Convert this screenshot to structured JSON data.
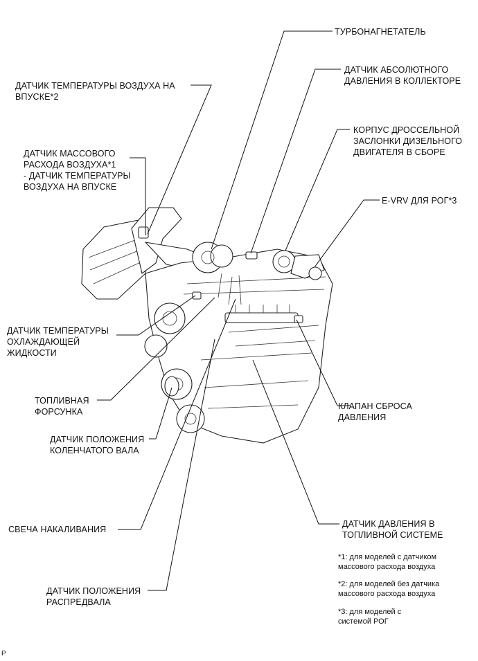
{
  "labels": {
    "turbocharger": "ТУРБОНАГНЕТАТЕЛЬ",
    "map_sensor": "ДАТЧИК АБСОЛЮТНОГО\nДАВЛЕНИЯ В КОЛЛЕКТОРЕ",
    "throttle_body": "КОРПУС ДРОССЕЛЬНОЙ\nЗАСЛОНКИ ДИЗЕЛЬНОГО\nДВИГАТЕЛЯ В СБОРЕ",
    "evrv": "E-VRV ДЛЯ РОГ*3",
    "intake_air_temp": "ДАТЧИК ТЕМПЕРАТУРЫ ВОЗДУХА НА\nВПУСКЕ*2",
    "maf_sensor": "ДАТЧИК МАССОВОГО\nРАСХОДА ВОЗДУХА*1\n- ДАТЧИК ТЕМПЕРАТУРЫ\nВОЗДУХА НА ВПУСКЕ",
    "coolant_temp": "ДАТЧИК ТЕМПЕРАТУРЫ\nОХЛАЖДАЮЩЕЙ\nЖИДКОСТИ",
    "fuel_injector": "ТОПЛИВНАЯ\nФОРСУНКА",
    "crank_sensor": "ДАТЧИК ПОЛОЖЕНИЯ\nКОЛЕНЧАТОГО ВАЛА",
    "pressure_relief": "КЛАПАН СБРОСА\nДАВЛЕНИЯ",
    "glow_plug": "СВЕЧА НАКАЛИВАНИЯ",
    "fuel_pressure": "ДАТЧИК ДАВЛЕНИЯ В\nТОПЛИВНОЙ СИСТЕМЕ",
    "cam_sensor": "ДАТЧИК ПОЛОЖЕНИЯ\nРАСПРЕДВАЛА"
  },
  "notes": {
    "n1": "*1: для моделей с датчиком\nмассового расхода воздуха",
    "n2": "*2: для моделей без датчика\nмассового расхода воздуха",
    "n3": "*3: для моделей с\nсистемой РОГ"
  },
  "corner_mark": "P"
}
